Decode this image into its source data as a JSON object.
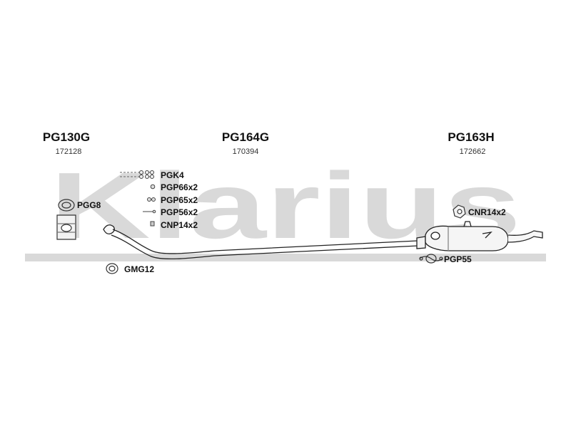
{
  "watermark": {
    "text": "Klarius",
    "color": "#d9d9d9"
  },
  "parts": [
    {
      "code": "PG130G",
      "number": "172128"
    },
    {
      "code": "PG164G",
      "number": "170394"
    },
    {
      "code": "PG163H",
      "number": "172662"
    }
  ],
  "fittings": [
    {
      "label": "PGK4"
    },
    {
      "label": "PGP66x2"
    },
    {
      "label": "PGP65x2"
    },
    {
      "label": "PGP56x2"
    },
    {
      "label": "CNP14x2"
    },
    {
      "label": "PGG8"
    },
    {
      "label": "GMG12"
    },
    {
      "label": "CNR14x2"
    },
    {
      "label": "PGP55"
    }
  ],
  "icons": {
    "pgk4": "bolt-set-icon",
    "pgp66": "bolt-icon",
    "pgp65": "bolt-icon",
    "pgp56": "bolt-icon",
    "cnp14": "nut-icon",
    "pgg8": "gasket-ring-icon",
    "gmg12": "gasket-ring-icon",
    "cnr14": "hex-nut-icon",
    "pgp55": "flange-gasket-icon"
  },
  "colors": {
    "line": "#222222",
    "fill_light": "#f2f2f2"
  }
}
